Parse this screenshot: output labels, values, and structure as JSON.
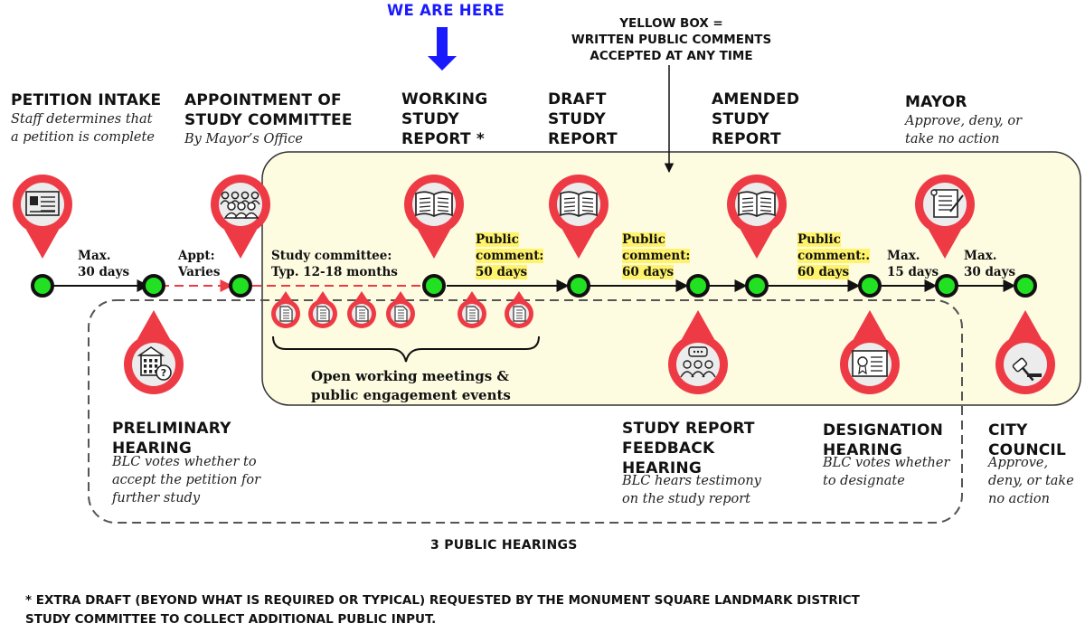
{
  "header": {
    "we_are_here": "WE ARE HERE",
    "yellow_box_note": "YELLOW BOX =\nWRITTEN PUBLIC COMMENTS\nACCEPTED AT ANY TIME"
  },
  "stages": {
    "petition_intake": {
      "title": "PETITION INTAKE",
      "desc": "Staff determines that\na petition is complete"
    },
    "appointment": {
      "title": "APPOINTMENT OF\nSTUDY COMMITTEE",
      "desc": "By Mayor’s Office"
    },
    "working_report": {
      "title": "WORKING\nSTUDY\nREPORT *"
    },
    "draft_report": {
      "title": "DRAFT\nSTUDY\nREPORT"
    },
    "amended_report": {
      "title": "AMENDED\nSTUDY\nREPORT"
    },
    "mayor": {
      "title": "MAYOR",
      "desc": "Approve, deny, or\ntake no action"
    },
    "preliminary_hearing": {
      "title": "PRELIMINARY\nHEARING",
      "desc": "BLC votes whether to\naccept the petition for\nfurther study"
    },
    "feedback_hearing": {
      "title": "STUDY REPORT\nFEEDBACK\nHEARING",
      "desc": "BLC hears testimony\non the study report"
    },
    "designation_hearing": {
      "title": "DESIGNATION\nHEARING",
      "desc": "BLC votes whether\nto designate"
    },
    "city_council": {
      "title": "CITY\nCOUNCIL",
      "desc": "Approve,\ndeny, or take\nno action"
    }
  },
  "steps": {
    "max30_a": "Max.\n30 days",
    "appt": "Appt:\nVaries",
    "study_committee": "Study committee:\nTyp. 12-18 months",
    "comment50": "Public\ncomment:\n50 days",
    "comment60_a": "Public\ncomment:\n60 days",
    "comment60_b": "Public\ncomment:.\n60 days",
    "max15": "Max.\n15 days",
    "max30_b": "Max.\n30 days"
  },
  "meetings_label": "Open working meetings &\npublic engagement events",
  "hearings_label": "3 PUBLIC HEARINGS",
  "footnote": "*  EXTRA DRAFT (BEYOND WHAT IS REQUIRED OR TYPICAL) REQUESTED BY THE MONUMENT SQUARE LANDMARK DISTRICT\n    STUDY COMMITTEE TO COLLECT ADDITIONAL PUBLIC INPUT.",
  "colors": {
    "pin_red": "#ee3a44",
    "node_green": "#22e022",
    "yellow_box": "#fdfbe0",
    "arrow_blue": "#1a1aff"
  }
}
